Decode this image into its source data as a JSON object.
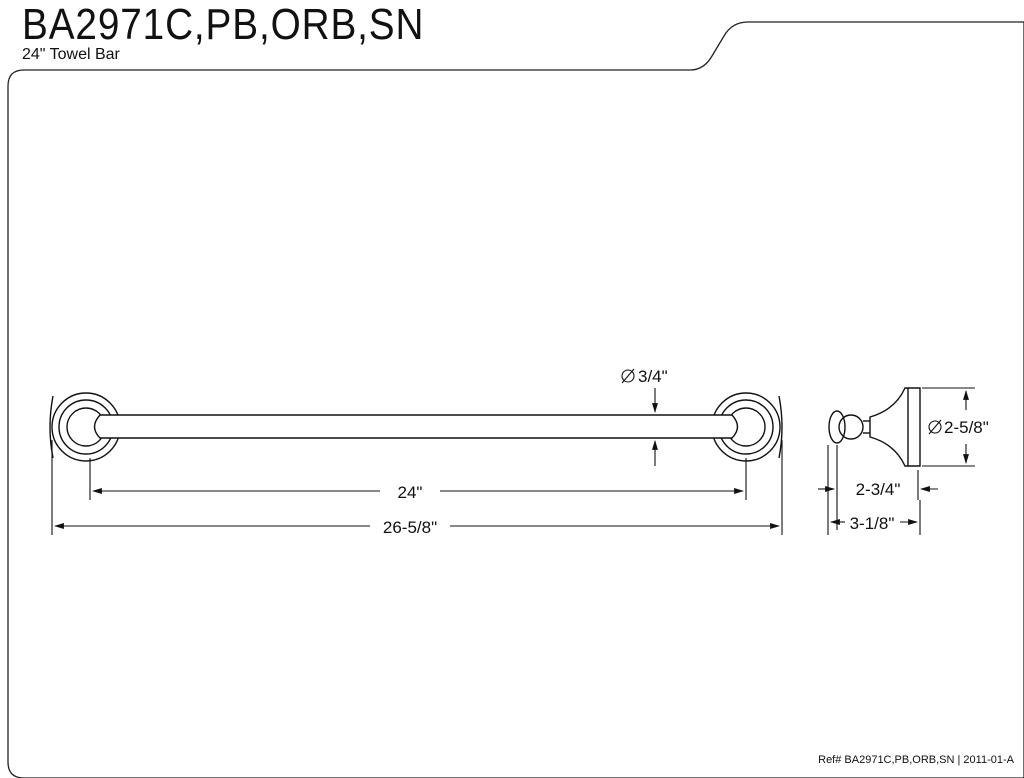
{
  "header": {
    "model": "BA2971C,PB,ORB,SN",
    "description": "24\" Towel Bar"
  },
  "dimensions": {
    "bar_diameter": "3/4\"",
    "bar_length": "24\"",
    "overall_length": "26-5/8\"",
    "flange_diameter": "2-5/8\"",
    "projection_bar": "2-3/4\"",
    "projection_overall": "3-1/8\""
  },
  "footer": {
    "ref": "Ref# BA2971C,PB,ORB,SN | 2011-01-A"
  },
  "symbols": {
    "diameter": "diameter-icon"
  }
}
